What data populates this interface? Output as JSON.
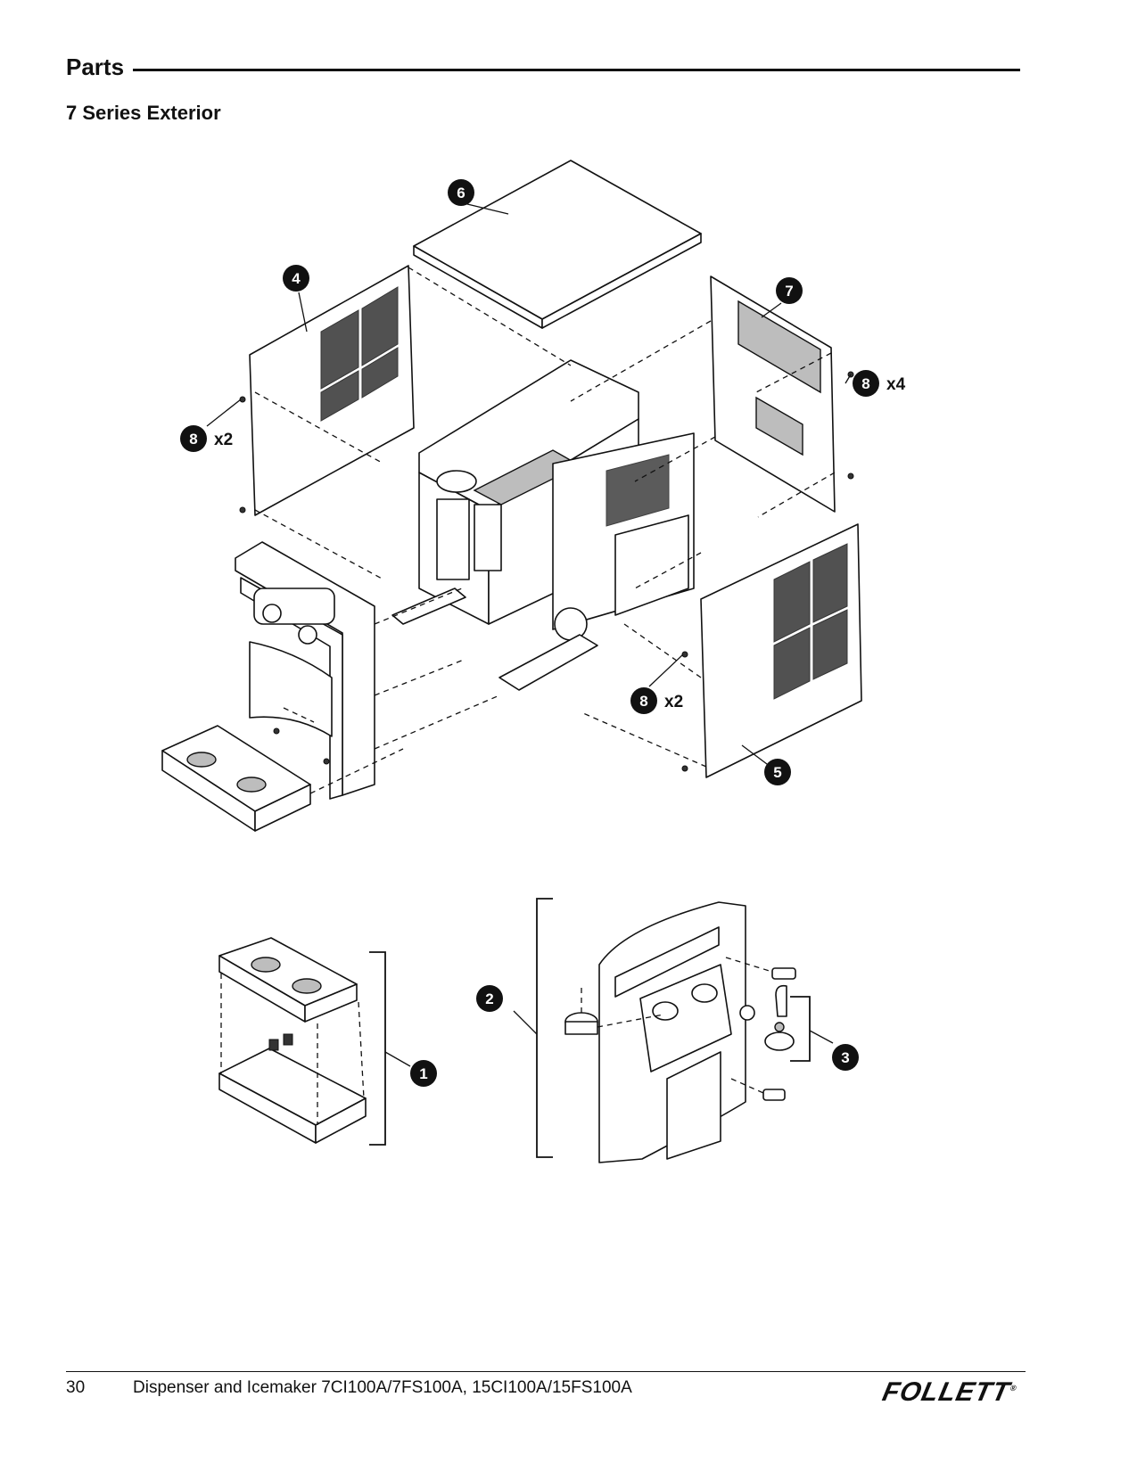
{
  "header": {
    "section_title": "Parts",
    "sub_title": "7 Series Exterior"
  },
  "callouts": {
    "c1": "1",
    "c2": "2",
    "c3": "3",
    "c4": "4",
    "c5": "5",
    "c6": "6",
    "c7": "7",
    "c8_left": "8",
    "c8_right": "8",
    "c8_bottom": "8"
  },
  "quantities": {
    "q_left": "x2",
    "q_right": "x4",
    "q_bottom": "x2"
  },
  "footer": {
    "page_number": "30",
    "title": "Dispenser and Icemaker 7CI100A/7FS100A, 15CI100A/15FS100A",
    "brand": "FOLLETT",
    "brand_mark": "®"
  }
}
